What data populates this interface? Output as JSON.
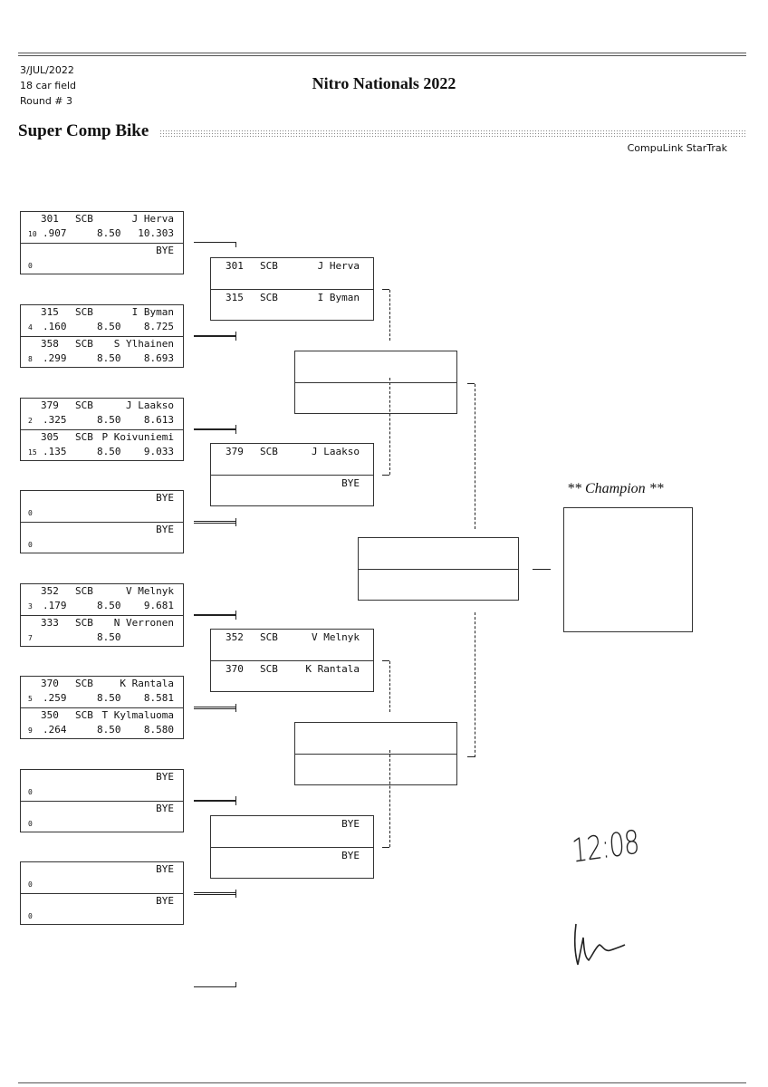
{
  "header": {
    "date": "3/JUL/2022",
    "field": "18 car field",
    "round": "Round # 3",
    "event_title": "Nitro Nationals 2022",
    "class_title": "Super Comp Bike",
    "software": "CompuLink StarTrak"
  },
  "round1": [
    {
      "top": {
        "num": "301",
        "cls": "SCB",
        "name": "J Herva",
        "seed": "10",
        "rt": ".907",
        "dial": "8.50",
        "et": "10.303"
      },
      "bottom": {
        "num": "",
        "cls": "",
        "name": "BYE",
        "seed": "0",
        "rt": "",
        "dial": "",
        "et": ""
      }
    },
    {
      "top": {
        "num": "315",
        "cls": "SCB",
        "name": "I Byman",
        "seed": "4",
        "rt": ".160",
        "dial": "8.50",
        "et": "8.725"
      },
      "bottom": {
        "num": "358",
        "cls": "SCB",
        "name": "S Ylhainen",
        "seed": "8",
        "rt": ".299",
        "dial": "8.50",
        "et": "8.693"
      }
    },
    {
      "top": {
        "num": "379",
        "cls": "SCB",
        "name": "J Laakso",
        "seed": "2",
        "rt": ".325",
        "dial": "8.50",
        "et": "8.613"
      },
      "bottom": {
        "num": "305",
        "cls": "SCB",
        "name": "P Koivuniemi",
        "seed": "15",
        "rt": ".135",
        "dial": "8.50",
        "et": "9.033"
      }
    },
    {
      "top": {
        "num": "",
        "cls": "",
        "name": "BYE",
        "seed": "0",
        "rt": "",
        "dial": "",
        "et": ""
      },
      "bottom": {
        "num": "",
        "cls": "",
        "name": "BYE",
        "seed": "0",
        "rt": "",
        "dial": "",
        "et": ""
      }
    },
    {
      "top": {
        "num": "352",
        "cls": "SCB",
        "name": "V Melnyk",
        "seed": "3",
        "rt": ".179",
        "dial": "8.50",
        "et": "9.681"
      },
      "bottom": {
        "num": "333",
        "cls": "SCB",
        "name": "N Verronen",
        "seed": "7",
        "rt": "",
        "dial": "8.50",
        "et": ""
      }
    },
    {
      "top": {
        "num": "370",
        "cls": "SCB",
        "name": "K Rantala",
        "seed": "5",
        "rt": ".259",
        "dial": "8.50",
        "et": "8.581"
      },
      "bottom": {
        "num": "350",
        "cls": "SCB",
        "name": "T Kylmaluoma",
        "seed": "9",
        "rt": ".264",
        "dial": "8.50",
        "et": "8.580"
      }
    },
    {
      "top": {
        "num": "",
        "cls": "",
        "name": "BYE",
        "seed": "0",
        "rt": "",
        "dial": "",
        "et": ""
      },
      "bottom": {
        "num": "",
        "cls": "",
        "name": "BYE",
        "seed": "0",
        "rt": "",
        "dial": "",
        "et": ""
      }
    },
    {
      "top": {
        "num": "",
        "cls": "",
        "name": "BYE",
        "seed": "0",
        "rt": "",
        "dial": "",
        "et": ""
      },
      "bottom": {
        "num": "",
        "cls": "",
        "name": "BYE",
        "seed": "0",
        "rt": "",
        "dial": "",
        "et": ""
      }
    }
  ],
  "round2": [
    {
      "top": {
        "num": "301",
        "cls": "SCB",
        "name": "J Herva"
      },
      "bottom": {
        "num": "315",
        "cls": "SCB",
        "name": "I Byman"
      }
    },
    {
      "top": {
        "num": "379",
        "cls": "SCB",
        "name": "J Laakso"
      },
      "bottom": {
        "num": "",
        "cls": "",
        "name": "BYE"
      }
    },
    {
      "top": {
        "num": "352",
        "cls": "SCB",
        "name": "V Melnyk"
      },
      "bottom": {
        "num": "370",
        "cls": "SCB",
        "name": "K Rantala"
      }
    },
    {
      "top": {
        "num": "",
        "cls": "",
        "name": "BYE"
      },
      "bottom": {
        "num": "",
        "cls": "",
        "name": "BYE"
      }
    }
  ],
  "champion_label": "** Champion **",
  "handwritten_time": "12:08",
  "signature_icon": "handwritten-signature"
}
